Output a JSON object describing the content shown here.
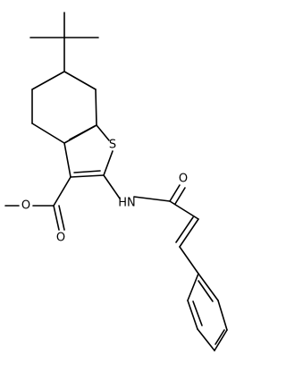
{
  "molecule": {
    "atoms": {
      "sulfur": "S",
      "ester_carbonyl_oxygen": "O",
      "ester_ether_oxygen": "O",
      "amide_nh": "HN",
      "amide_carbonyl_oxygen": "O"
    }
  }
}
